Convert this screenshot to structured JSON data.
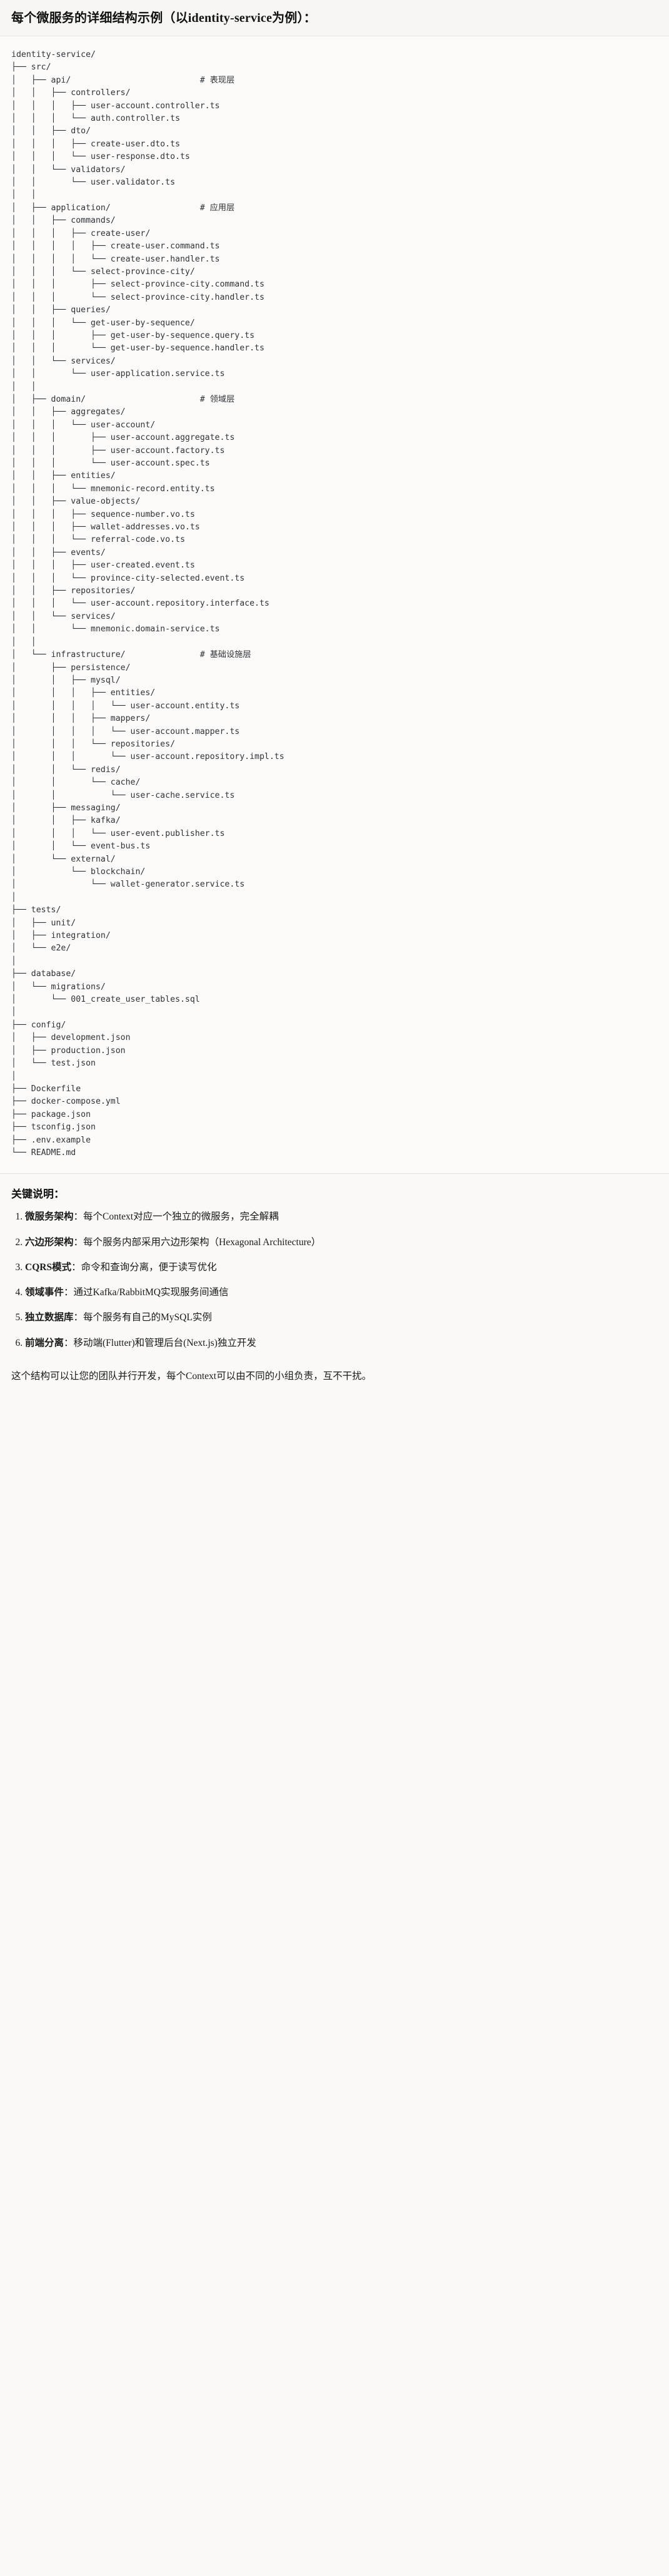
{
  "header": {
    "title": "每个微服务的详细结构示例（以identity-service为例）："
  },
  "tree": {
    "root": "identity-service/",
    "text": "identity-service/\n├── src/\n│   ├── api/                          # 表现层\n│   │   ├── controllers/\n│   │   │   ├── user-account.controller.ts\n│   │   │   └── auth.controller.ts\n│   │   ├── dto/\n│   │   │   ├── create-user.dto.ts\n│   │   │   └── user-response.dto.ts\n│   │   └── validators/\n│   │       └── user.validator.ts\n│   │\n│   ├── application/                  # 应用层\n│   │   ├── commands/\n│   │   │   ├── create-user/\n│   │   │   │   ├── create-user.command.ts\n│   │   │   │   └── create-user.handler.ts\n│   │   │   └── select-province-city/\n│   │   │       ├── select-province-city.command.ts\n│   │   │       └── select-province-city.handler.ts\n│   │   ├── queries/\n│   │   │   └── get-user-by-sequence/\n│   │   │       ├── get-user-by-sequence.query.ts\n│   │   │       └── get-user-by-sequence.handler.ts\n│   │   └── services/\n│   │       └── user-application.service.ts\n│   │\n│   ├── domain/                       # 领域层\n│   │   ├── aggregates/\n│   │   │   └── user-account/\n│   │   │       ├── user-account.aggregate.ts\n│   │   │       ├── user-account.factory.ts\n│   │   │       └── user-account.spec.ts\n│   │   ├── entities/\n│   │   │   └── mnemonic-record.entity.ts\n│   │   ├── value-objects/\n│   │   │   ├── sequence-number.vo.ts\n│   │   │   ├── wallet-addresses.vo.ts\n│   │   │   └── referral-code.vo.ts\n│   │   ├── events/\n│   │   │   ├── user-created.event.ts\n│   │   │   └── province-city-selected.event.ts\n│   │   ├── repositories/\n│   │   │   └── user-account.repository.interface.ts\n│   │   └── services/\n│   │       └── mnemonic.domain-service.ts\n│   │\n│   └── infrastructure/               # 基础设施层\n│       ├── persistence/\n│       │   ├── mysql/\n│       │   │   ├── entities/\n│       │   │   │   └── user-account.entity.ts\n│       │   │   ├── mappers/\n│       │   │   │   └── user-account.mapper.ts\n│       │   │   └── repositories/\n│       │   │       └── user-account.repository.impl.ts\n│       │   └── redis/\n│       │       └── cache/\n│       │           └── user-cache.service.ts\n│       ├── messaging/\n│       │   ├── kafka/\n│       │   │   └── user-event.publisher.ts\n│       │   └── event-bus.ts\n│       └── external/\n│           └── blockchain/\n│               └── wallet-generator.service.ts\n│\n├── tests/\n│   ├── unit/\n│   ├── integration/\n│   └── e2e/\n│\n├── database/\n│   └── migrations/\n│       └── 001_create_user_tables.sql\n│\n├── config/\n│   ├── development.json\n│   ├── production.json\n│   └── test.json\n│\n├── Dockerfile\n├── docker-compose.yml\n├── package.json\n├── tsconfig.json\n├── .env.example\n└── README.md",
    "layer_comments": [
      "# 表现层",
      "# 应用层",
      "# 领域层",
      "# 基础设施层"
    ]
  },
  "notes": {
    "title": "关键说明：",
    "items": [
      {
        "term": "微服务架构",
        "desc": "：每个Context对应一个独立的微服务，完全解耦"
      },
      {
        "term": "六边形架构",
        "desc": "：每个服务内部采用六边形架构（Hexagonal Architecture）"
      },
      {
        "term": "CQRS模式",
        "desc": "：命令和查询分离，便于读写优化"
      },
      {
        "term": "领域事件",
        "desc": "：通过Kafka/RabbitMQ实现服务间通信"
      },
      {
        "term": "独立数据库",
        "desc": "：每个服务有自己的MySQL实例"
      },
      {
        "term": "前端分离",
        "desc": "：移动端(Flutter)和管理后台(Next.js)独立开发"
      }
    ],
    "closing": "这个结构可以让您的团队并行开发，每个Context可以由不同的小组负责，互不干扰。"
  },
  "colors": {
    "page_background": "#faf9f6",
    "header_background": "#f7f6f2",
    "code_background": "#fbfaf8",
    "border": "#e3e1db",
    "code_text": "#2f3338",
    "body_text": "#1a1a1a"
  }
}
